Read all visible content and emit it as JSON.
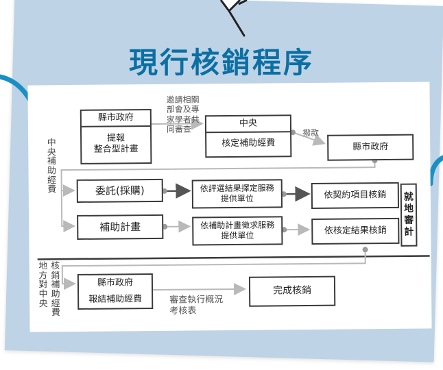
{
  "title": "現行核銷程序",
  "side": {
    "top": "中央補助經費",
    "bottom_a": "地方對中央",
    "bottom_b": "核銷補助經費"
  },
  "boxes": {
    "county_top_header": "縣市政府",
    "county_top_body": "提報\n整合型計畫",
    "central_header": "中央",
    "central_body": "核定補助經費",
    "county_right": "縣市政府",
    "commission": "委託(採購)",
    "subsidy": "補助計畫",
    "select_service": "依評選結果擇定服務\n提供單位",
    "subsidy_service": "依補助計畫徵求服務\n提供單位",
    "contract_items": "依契約項目核銷",
    "approved_results": "依核定結果核銷",
    "onsite_audit": "就\n地\n審\n計",
    "county_report_header": "縣市政府",
    "county_report_body": "報結補助經費",
    "complete": "完成核銷"
  },
  "notes": {
    "invite": "邀請相關\n部會及專\n家學者共\n同審查",
    "allocate": "撥款",
    "review": "審查執行概況\n考核表"
  },
  "colors": {
    "title": "#0b6fa4",
    "board": "#bfd3e6",
    "arc": "#1a8fc4",
    "line": "#555555",
    "lightline": "#b9b9b9",
    "dot": "#9a9a9a"
  }
}
